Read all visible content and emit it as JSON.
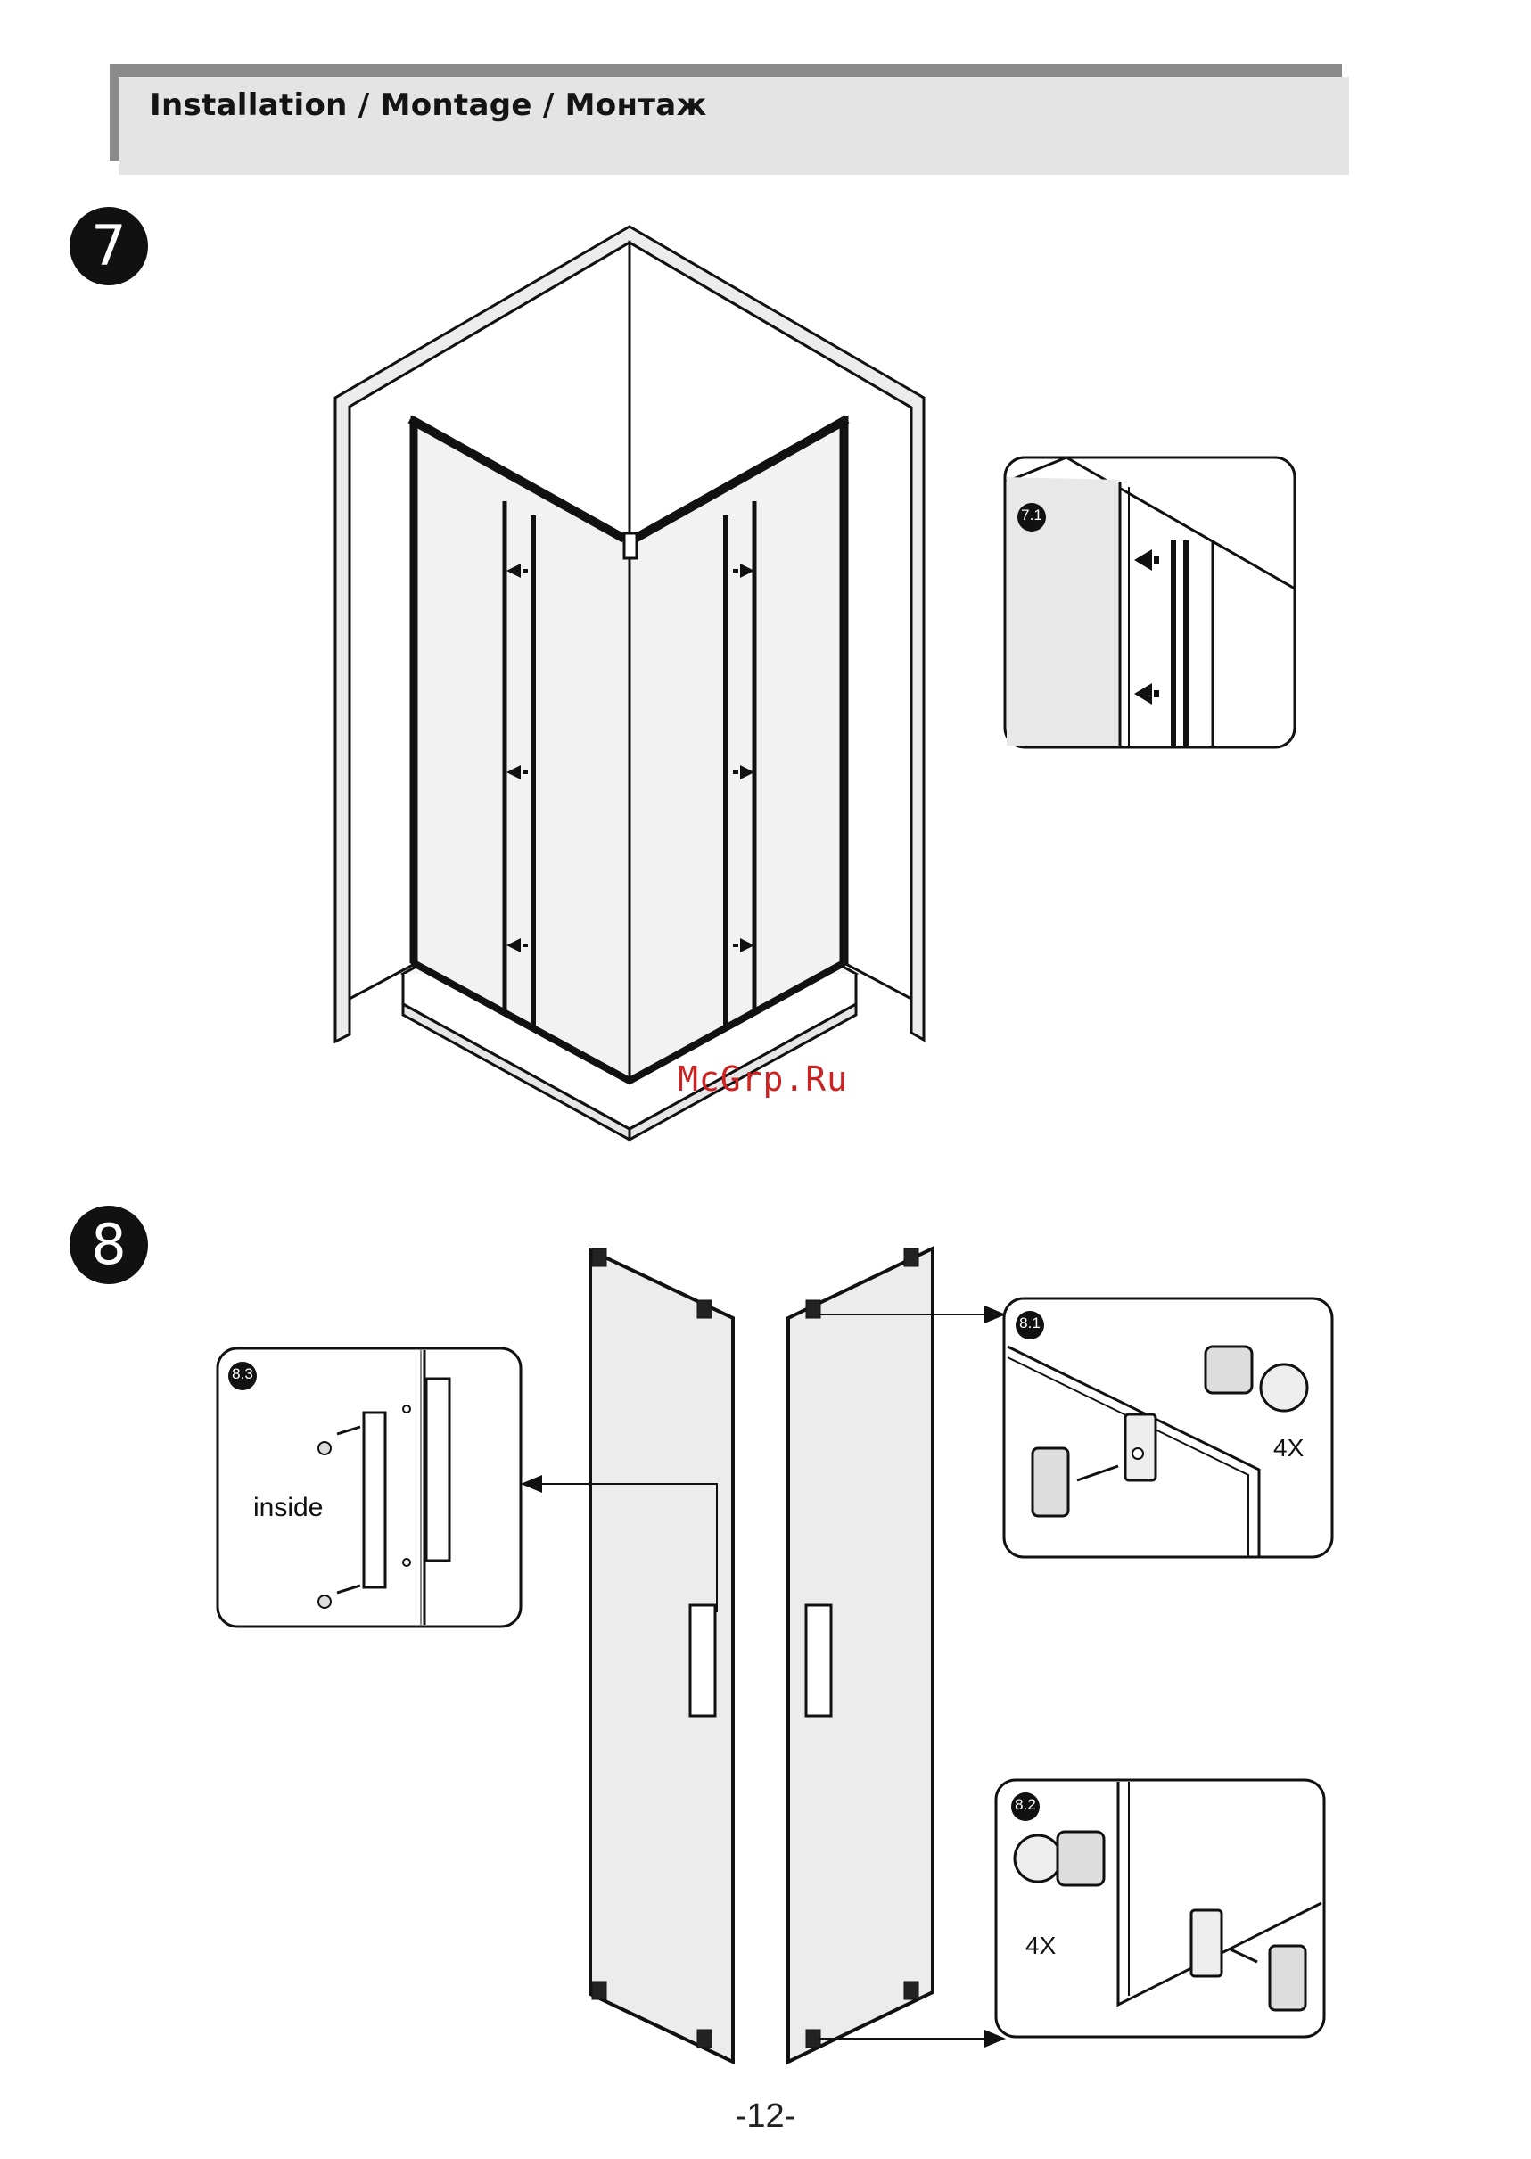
{
  "header": {
    "title": "Installation / Montage / Монтаж"
  },
  "steps": [
    {
      "number": "7",
      "detail": "7.1"
    },
    {
      "number": "8",
      "details": [
        "8.1",
        "8.2",
        "8.3"
      ]
    }
  ],
  "detail_8_1": {
    "badge": "8.1",
    "quantity": "4X"
  },
  "detail_8_2": {
    "badge": "8.2",
    "quantity": "4X"
  },
  "detail_8_3": {
    "badge": "8.3",
    "side_label": "inside"
  },
  "detail_7_1": {
    "badge": "7.1"
  },
  "watermark": "McGrp.Ru",
  "page_number": "-12-"
}
